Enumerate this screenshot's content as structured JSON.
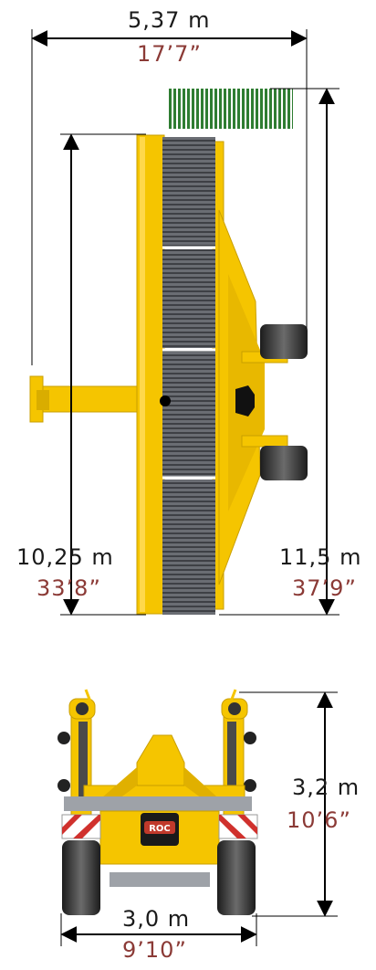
{
  "colors": {
    "machine_yellow": "#f5c500",
    "roller_gray": "#5e6167",
    "dimension_line": "#000000",
    "imperial_text": "#8b3a36",
    "crop_green": "#2f7d32"
  },
  "dimensions": {
    "width_top": {
      "metric": "5,37 m",
      "imperial": "17’7”"
    },
    "length_left": {
      "metric": "10,25 m",
      "imperial": "33’8”"
    },
    "length_right": {
      "metric": "11,5 m",
      "imperial": "37’9”"
    },
    "height_rear": {
      "metric": "3,2 m",
      "imperial": "10’6”"
    },
    "width_rear": {
      "metric": "3,0 m",
      "imperial": "9’10”"
    }
  },
  "badge_text": "ROC"
}
